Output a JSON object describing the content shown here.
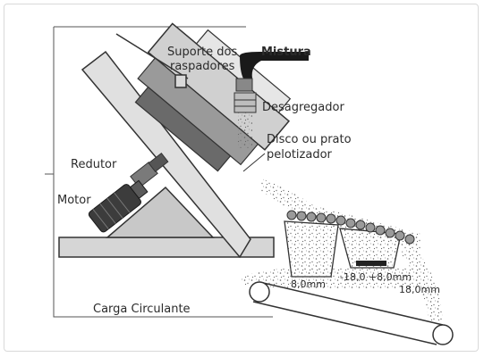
{
  "labels": {
    "suporte": "Suporte dos",
    "raspadores": "raspadores",
    "mistura": "Mistura",
    "desagregador": "Desagregador",
    "disco": "Disco ou prato",
    "pelotizador": "pelotizador",
    "redutor": "Redutor",
    "motor": "Motor",
    "carga": "Carga Circulante",
    "size_small": "8,0mm",
    "size_mid": "-18,0 +8,0mm",
    "size_large": "18,0mm"
  },
  "colors": {
    "outline": "#333333",
    "gray_light": "#d6d6d6",
    "gray_mid": "#9a9a9a",
    "gray_dark": "#5a5a5a",
    "black": "#1a1a1a"
  },
  "icons": {
    "motor": "motor-icon",
    "gear_reducer": "gear-reducer-icon",
    "chute": "chute-icon"
  }
}
